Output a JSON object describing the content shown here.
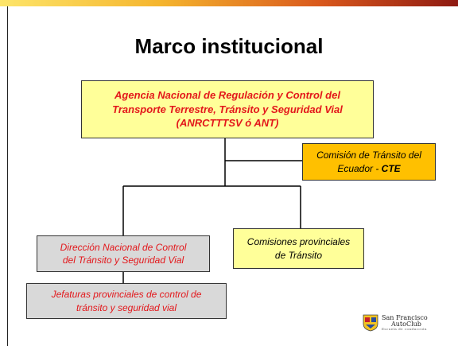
{
  "title": "Marco institucional",
  "nodes": {
    "ant": [
      "Agencia Nacional de Regulación y Control  del",
      "Transporte Terrestre, Tránsito y Seguridad Vial",
      "(ANRCTTTSV ó ANT)"
    ],
    "cte": {
      "line1": "Comisión de Tránsito del",
      "line2_prefix": "Ecuador - ",
      "line2_abbr": "CTE"
    },
    "direccion": [
      "Dirección Nacional de Control",
      "del Tránsito y Seguridad Vial"
    ],
    "comisiones": [
      "Comisiones provinciales",
      "de Tránsito"
    ],
    "jefaturas": [
      "Jefaturas provinciales de control de",
      "tránsito y seguridad vial"
    ]
  },
  "logo": {
    "line1": "San Francisco",
    "line2": "AutoClub",
    "line3": "Escuela de conducción"
  },
  "colors": {
    "yellow_box": "#ffff99",
    "orange_box": "#ffc000",
    "grey_box": "#d9d9d9",
    "red_text": "#e3171b"
  }
}
